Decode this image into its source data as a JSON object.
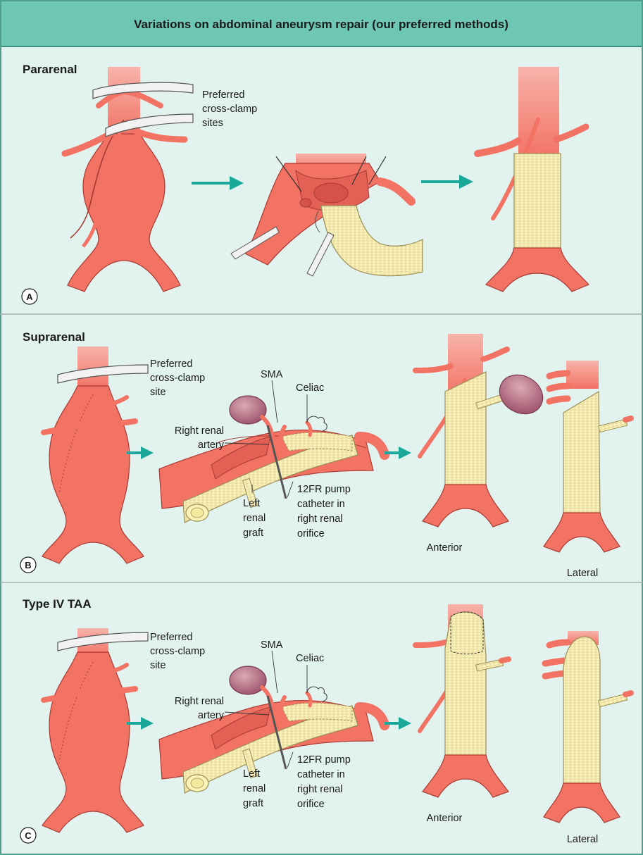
{
  "header": {
    "title": "Variations on abdominal aneurysm repair (our preferred methods)"
  },
  "panels": [
    {
      "id": "A",
      "title": "Pararenal",
      "badge": "A",
      "labels": {
        "clamp_line1": "Preferred",
        "clamp_line2": "cross-clamp",
        "clamp_line3": "sites"
      }
    },
    {
      "id": "B",
      "title": "Suprarenal",
      "badge": "B",
      "labels": {
        "clamp_line1": "Preferred",
        "clamp_line2": "cross-clamp",
        "clamp_line3": "site",
        "sma": "SMA",
        "celiac": "Celiac",
        "right_renal_line1": "Right renal",
        "right_renal_line2": "artery",
        "left_renal_line1": "Left",
        "left_renal_line2": "renal",
        "left_renal_line3": "graft",
        "catheter_line1": "12FR pump",
        "catheter_line2": "catheter in",
        "catheter_line3": "right renal",
        "catheter_line4": "orifice",
        "anterior": "Anterior",
        "lateral": "Lateral"
      }
    },
    {
      "id": "C",
      "title": "Type IV TAA",
      "badge": "C",
      "labels": {
        "clamp_line1": "Preferred",
        "clamp_line2": "cross-clamp",
        "clamp_line3": "site",
        "sma": "SMA",
        "celiac": "Celiac",
        "right_renal_line1": "Right renal",
        "right_renal_line2": "artery",
        "left_renal_line1": "Left",
        "left_renal_line2": "renal",
        "left_renal_line3": "graft",
        "catheter_line1": "12FR pump",
        "catheter_line2": "catheter in",
        "catheter_line3": "right renal",
        "catheter_line4": "orifice",
        "anterior": "Anterior",
        "lateral": "Lateral"
      }
    }
  ],
  "colors": {
    "background": "#e2f2ee",
    "header_band": "#6ec7b5",
    "border": "#4f9e8e",
    "artery": "#f27264",
    "artery_light": "#f7b3aa",
    "artery_outline": "#a83a33",
    "graft": "#fbf3b6",
    "graft_outline": "#9a8e55",
    "kidney": "#b06a80",
    "arrow": "#1aa89a",
    "clamp": "#f2f2f2"
  }
}
